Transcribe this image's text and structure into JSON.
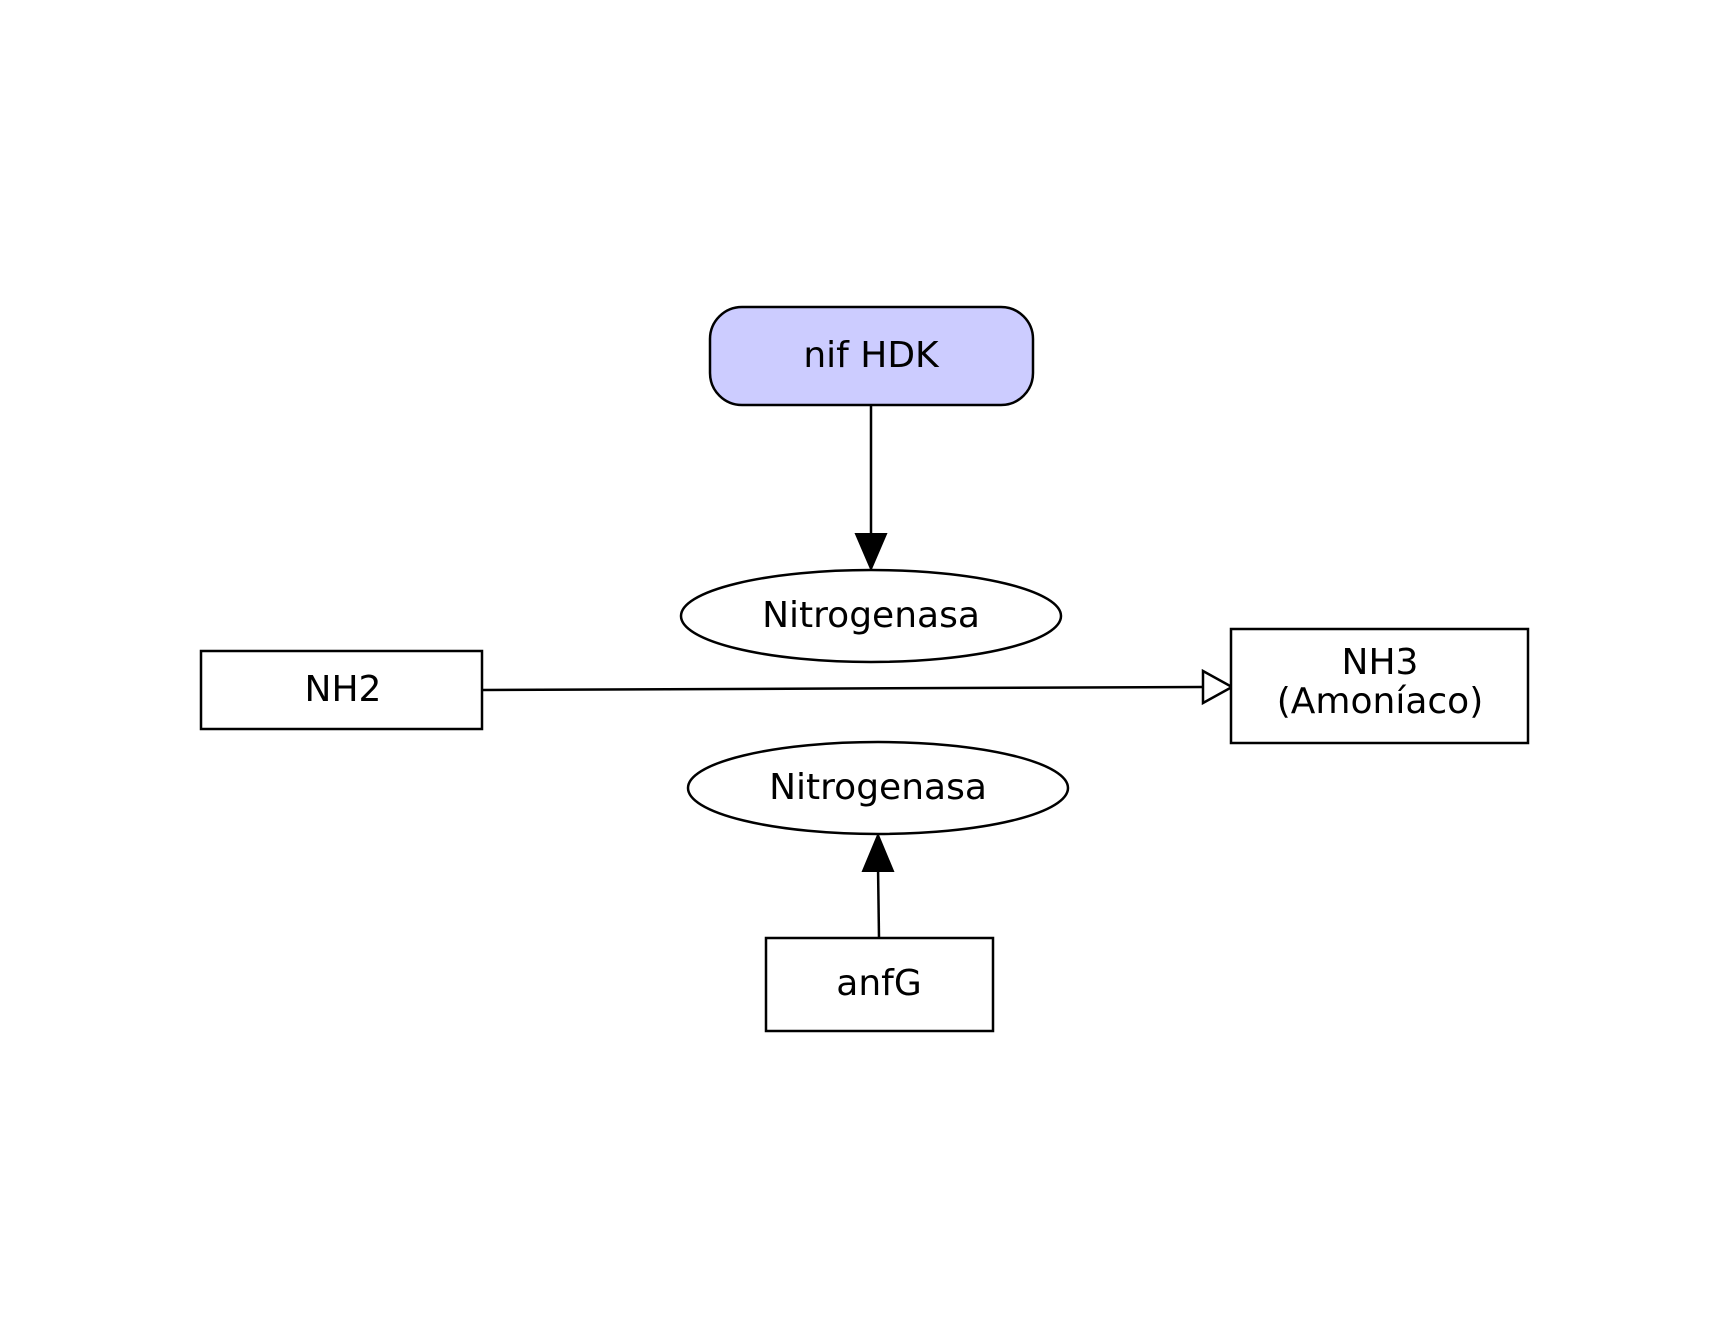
{
  "diagram": {
    "colors": {
      "stroke": "#000000",
      "text": "#000000",
      "background": "#ffffff",
      "highlight_fill": "#ccccff",
      "default_fill": "#ffffff"
    },
    "nodes": {
      "nif_hdk": {
        "label": "nif HDK",
        "shape": "rounded-rectangle",
        "fill": "#ccccff"
      },
      "nitrogenasa_top": {
        "label": "Nitrogenasa",
        "shape": "ellipse",
        "fill": "#ffffff"
      },
      "nitrogenasa_bottom": {
        "label": "Nitrogenasa",
        "shape": "ellipse",
        "fill": "#ffffff"
      },
      "nh2": {
        "label": "NH2",
        "shape": "rectangle",
        "fill": "#ffffff"
      },
      "nh3": {
        "label_line1": "NH3",
        "label_line2": "(Amoníaco)",
        "shape": "rectangle",
        "fill": "#ffffff"
      },
      "anfg": {
        "label": "anfG",
        "shape": "rectangle",
        "fill": "#ffffff"
      }
    },
    "edges": [
      {
        "from": "nif_hdk",
        "to": "nitrogenasa_top",
        "arrowhead": "filled-triangle"
      },
      {
        "from": "nh2",
        "to": "nh3",
        "arrowhead": "open-triangle"
      },
      {
        "from": "anfg",
        "to": "nitrogenasa_bottom",
        "arrowhead": "filled-triangle"
      }
    ]
  }
}
